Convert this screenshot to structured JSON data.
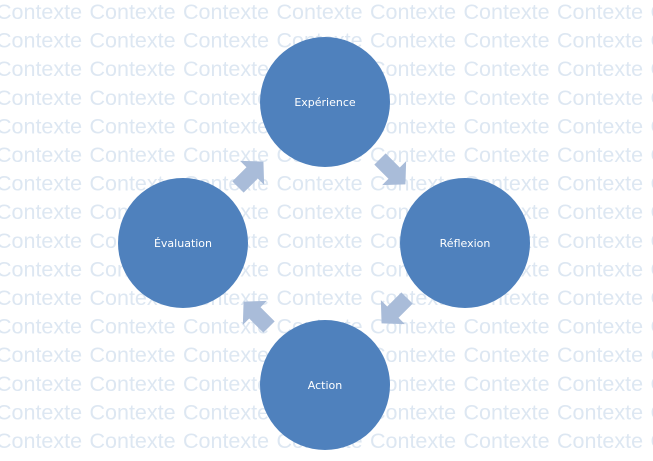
{
  "background": {
    "word": "Contexte",
    "color": "#dde7f2"
  },
  "nodes": [
    {
      "id": "experience",
      "label": "Expérience"
    },
    {
      "id": "reflexion",
      "label": "Réflexion"
    },
    {
      "id": "action",
      "label": "Action"
    },
    {
      "id": "evaluation",
      "label": "Évaluation"
    }
  ],
  "colors": {
    "node_fill": "#4f81bd",
    "node_text": "#ffffff",
    "arrow_fill": "#a9bcd9"
  }
}
